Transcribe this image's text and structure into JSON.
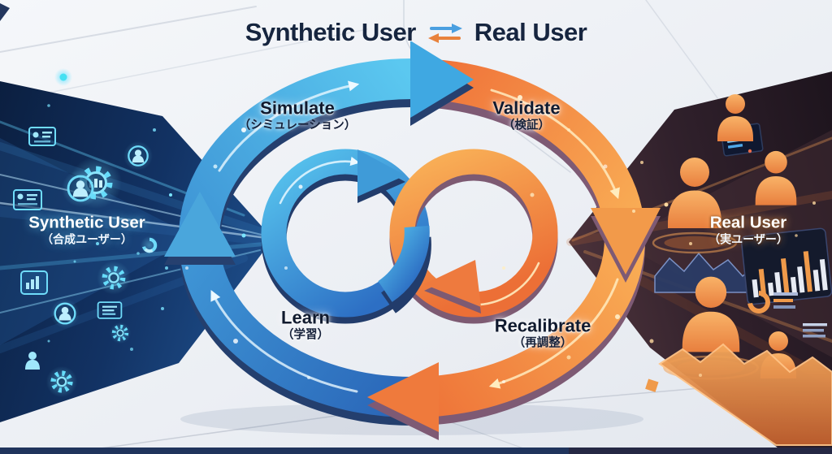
{
  "title": {
    "left": "Synthetic User",
    "right": "Real User",
    "separator_icon": "swap-arrows-icon"
  },
  "stages": {
    "simulate": {
      "en": "Simulate",
      "ja": "（シミュレーション）"
    },
    "validate": {
      "en": "Validate",
      "ja": "（検証）"
    },
    "learn": {
      "en": "Learn",
      "ja": "（学習）"
    },
    "recalibrate": {
      "en": "Recalibrate",
      "ja": "（再調整）"
    }
  },
  "sides": {
    "synthetic": {
      "en": "Synthetic User",
      "ja": "（合成ユーザー）"
    },
    "real": {
      "en": "Real User",
      "ja": "（実ユーザー）"
    }
  },
  "icons": {
    "left_panel": [
      "gear-icon",
      "bar-chart-icon",
      "user-avatar-icon",
      "id-card-icon",
      "donut-chart-icon",
      "person-icon"
    ],
    "right_panel": [
      "person-silhouette-icon",
      "bar-chart-icon",
      "donut-chart-icon",
      "area-chart-icon",
      "dashboard-panel-icon"
    ]
  },
  "colors": {
    "blue_light": "#5ecdf2",
    "blue_deep": "#2e6fc2",
    "blue_side": "#26406f",
    "orange_light": "#f8b45a",
    "orange_deep": "#ec6e34",
    "orange_side": "#7e5a74",
    "left_panel_bg": "#10284e",
    "right_panel_bg": "#281a24",
    "cyan_accent": "#5fd8f8",
    "orange_accent": "#f09a4a",
    "title_text": "#16253f",
    "background": "#eef0f5"
  }
}
